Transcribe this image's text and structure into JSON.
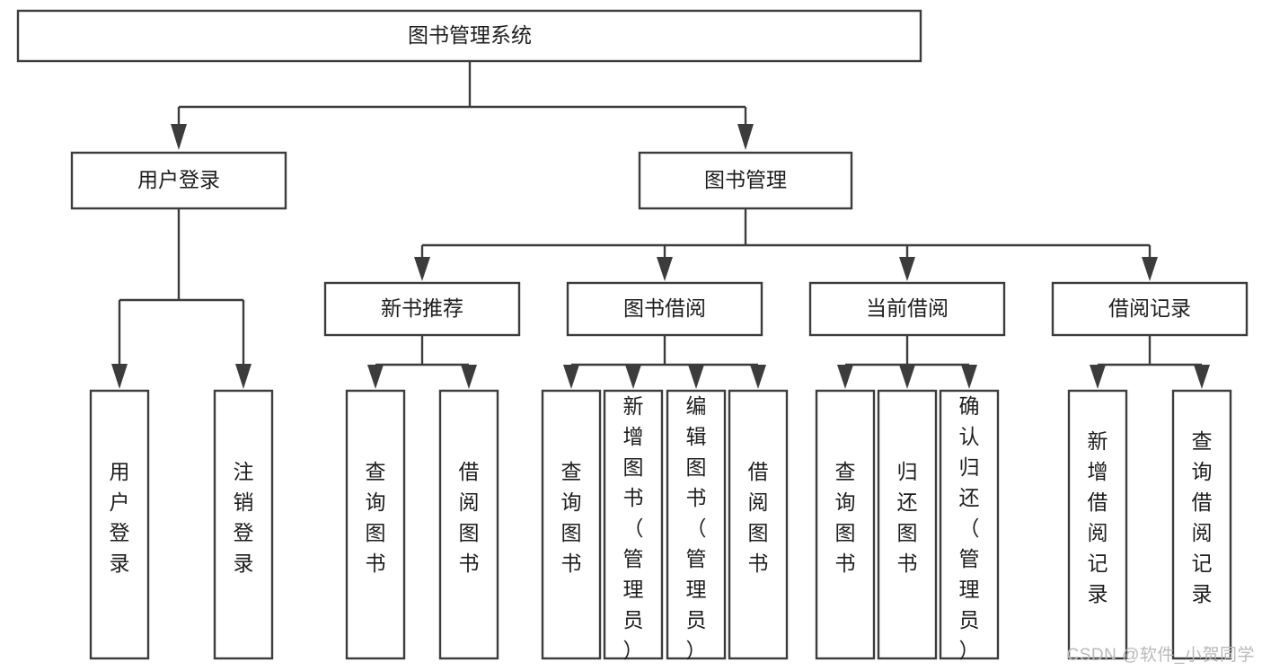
{
  "diagram": {
    "title": "图书管理系统",
    "type": "tree-hierarchy",
    "root": {
      "id": "root",
      "label": "图书管理系统",
      "orientation": "horizontal"
    },
    "level2": [
      {
        "id": "user-login",
        "label": "用户登录",
        "orientation": "horizontal"
      },
      {
        "id": "book-manage",
        "label": "图书管理",
        "orientation": "horizontal"
      }
    ],
    "level3": [
      {
        "id": "new-book-recommend",
        "label": "新书推荐",
        "parent": "book-manage",
        "orientation": "horizontal"
      },
      {
        "id": "book-borrow",
        "label": "图书借阅",
        "parent": "book-manage",
        "orientation": "horizontal"
      },
      {
        "id": "current-borrow",
        "label": "当前借阅",
        "parent": "book-manage",
        "orientation": "horizontal"
      },
      {
        "id": "borrow-record",
        "label": "借阅记录",
        "parent": "book-manage",
        "orientation": "horizontal"
      }
    ],
    "leaves": [
      {
        "id": "leaf-user-login",
        "label": "用户登录",
        "parent": "user-login",
        "orientation": "vertical",
        "align": "middle"
      },
      {
        "id": "leaf-logout",
        "label": "注销登录",
        "parent": "user-login",
        "orientation": "vertical",
        "align": "middle"
      },
      {
        "id": "leaf-query-book-1",
        "label": "查询图书",
        "parent": "new-book-recommend",
        "orientation": "vertical",
        "align": "middle"
      },
      {
        "id": "leaf-borrow-book-1",
        "label": "借阅图书",
        "parent": "new-book-recommend",
        "orientation": "vertical",
        "align": "middle"
      },
      {
        "id": "leaf-query-book-2",
        "label": "查询图书",
        "parent": "book-borrow",
        "orientation": "vertical",
        "align": "middle"
      },
      {
        "id": "leaf-add-book",
        "label": "新增图书（管理员）",
        "parent": "book-borrow",
        "orientation": "vertical",
        "align": "top"
      },
      {
        "id": "leaf-edit-book",
        "label": "编辑图书（管理员）",
        "parent": "book-borrow",
        "orientation": "vertical",
        "align": "top"
      },
      {
        "id": "leaf-borrow-book-2",
        "label": "借阅图书",
        "parent": "book-borrow",
        "orientation": "vertical",
        "align": "middle"
      },
      {
        "id": "leaf-query-book-3",
        "label": "查询图书",
        "parent": "current-borrow",
        "orientation": "vertical",
        "align": "middle"
      },
      {
        "id": "leaf-return-book",
        "label": "归还图书",
        "parent": "current-borrow",
        "orientation": "vertical",
        "align": "middle"
      },
      {
        "id": "leaf-confirm-return",
        "label": "确认归还（管理员）",
        "parent": "current-borrow",
        "orientation": "vertical",
        "align": "top"
      },
      {
        "id": "leaf-add-record",
        "label": "新增借阅记录",
        "parent": "borrow-record",
        "orientation": "vertical",
        "align": "middle"
      },
      {
        "id": "leaf-query-record",
        "label": "查询借阅记录",
        "parent": "borrow-record",
        "orientation": "vertical",
        "align": "middle"
      }
    ],
    "colors": {
      "stroke": "#3c3c3c",
      "fill": "#ffffff",
      "text": "#1d1d1d",
      "watermark": "#b9b9b9"
    }
  },
  "watermark": {
    "text": "CSDN @软件_小贺同学"
  }
}
